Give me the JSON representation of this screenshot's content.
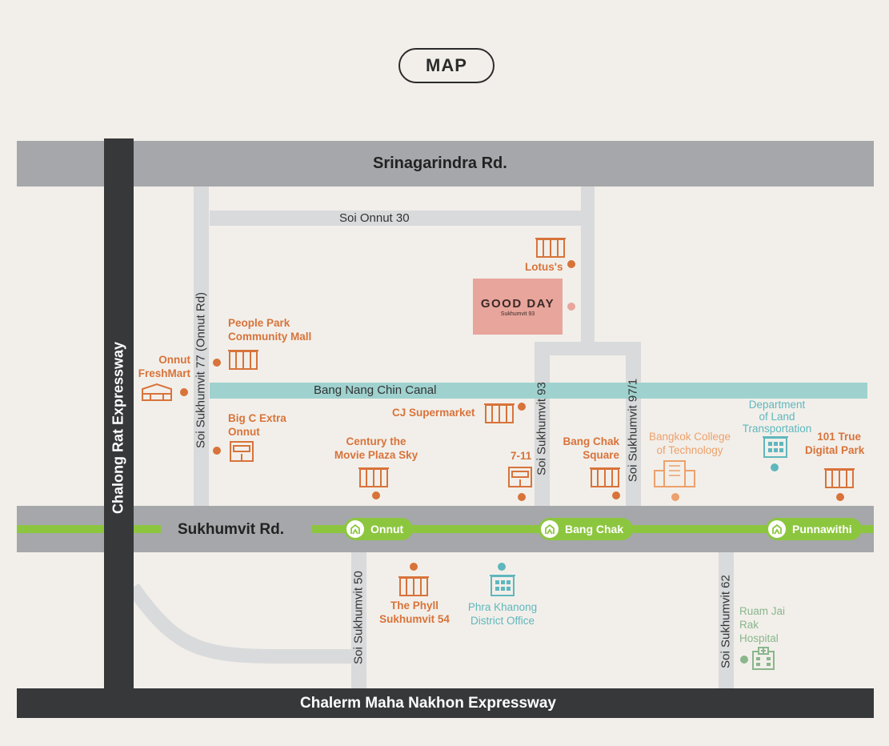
{
  "header": {
    "title": "MAP"
  },
  "roads": {
    "srinagarindra": "Srinagarindra Rd.",
    "soi_onnut_30": "Soi Onnut 30",
    "soi_sukhumvit_77": "Soi Sukhumvit 77 (Onnut Rd)",
    "chalong_rat": "Chalong Rat Expressway",
    "canal": "Bang Nang Chin Canal",
    "soi_sukhumvit_93": "Soi Sukhumvit 93",
    "soi_sukhumvit_97_1": "Soi Sukhumvit 97/1",
    "sukhumvit": "Sukhumvit Rd.",
    "soi_sukhumvit_50": "Soi Sukhumvit 50",
    "soi_sukhumvit_62": "Soi Sukhumvit 62",
    "chalerm_maha_nakhon": "Chalerm Maha Nakhon Expressway"
  },
  "stations": [
    "Onnut",
    "Bang Chak",
    "Punnawithi"
  ],
  "project": {
    "name": "GOOD DAY",
    "subtitle": "Sukhumvit 93"
  },
  "pois": {
    "lotus": "Lotus's",
    "people_park": [
      "People Park",
      "Community Mall"
    ],
    "onnut_freshmart": [
      "Onnut",
      "FreshMart"
    ],
    "cj_supermarket": "CJ Supermarket",
    "big_c": [
      "Big C Extra",
      "Onnut"
    ],
    "century": [
      "Century the",
      "Movie Plaza Sky"
    ],
    "seven_eleven": "7-11",
    "bangchak_square": [
      "Bang Chak",
      "Square"
    ],
    "bangkok_college": [
      "Bangkok College",
      "of Technology"
    ],
    "dlt": [
      "Department",
      "of Land",
      "Transportation"
    ],
    "true_digital_park": [
      "101 True",
      "Digital Park"
    ],
    "the_phyll": [
      "The Phyll",
      "Sukhumvit 54"
    ],
    "phra_khanong": [
      "Phra Khanong",
      "District Office"
    ],
    "ruam_jai": [
      "Ruam Jai",
      "Rak",
      "Hospital"
    ]
  },
  "colors": {
    "background": "#f2efea",
    "road": "#a5a7aa",
    "expressway": "#37383a",
    "canal": "#9fd2cf",
    "bts": "#8cc63f",
    "poi": "#d8733a",
    "project": "#e8a59b",
    "government": "#5fb7bd",
    "hospital": "#8ab68c"
  },
  "icons": [
    "building-icon",
    "bts-station-icon",
    "hospital-icon",
    "government-office-icon"
  ]
}
